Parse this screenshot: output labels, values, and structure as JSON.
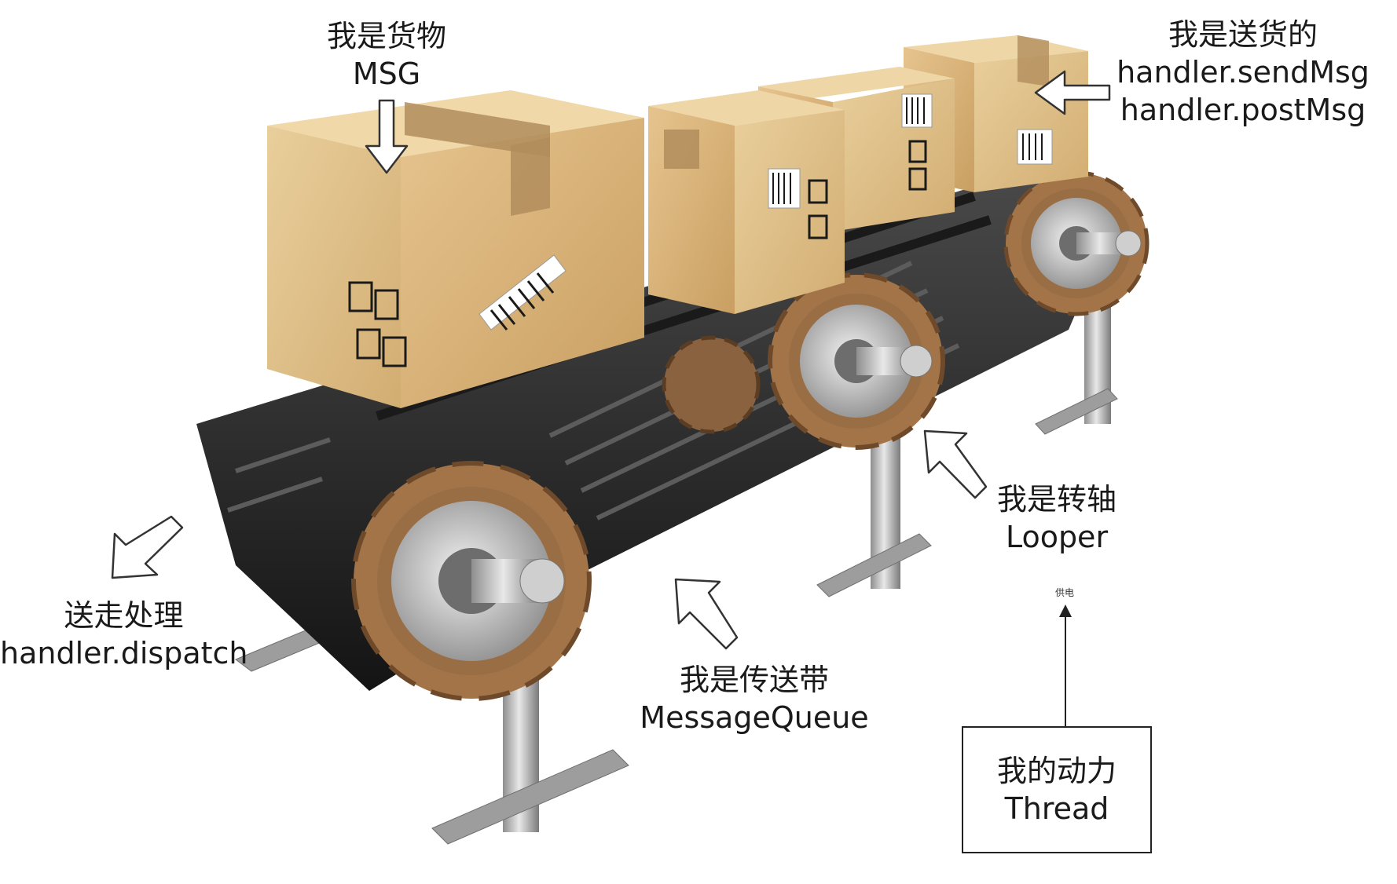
{
  "labels": {
    "msg": {
      "line1": "我是货物",
      "line2": "MSG"
    },
    "handler_send": {
      "line1": "我是送货的",
      "line2": "handler.sendMsg",
      "line3": "handler.postMsg"
    },
    "dispatch": {
      "line1": "送走处理",
      "line2": "handler.dispatch"
    },
    "queue": {
      "line1": "我是传送带",
      "line2": "MessageQueue"
    },
    "looper": {
      "line1": "我是转轴",
      "line2": "Looper"
    },
    "power": "供电",
    "thread": {
      "line1": "我的动力",
      "line2": "Thread"
    }
  },
  "icons": [
    "arrow-icon",
    "gear-icon",
    "box-icon",
    "barcode-icon"
  ],
  "colors": {
    "box": "#d9b57e",
    "box_dark": "#b98f57",
    "tape": "#a98657",
    "belt": "#2b2b2b",
    "gear": "#9a6e45",
    "steel": "#b8b8b8"
  }
}
